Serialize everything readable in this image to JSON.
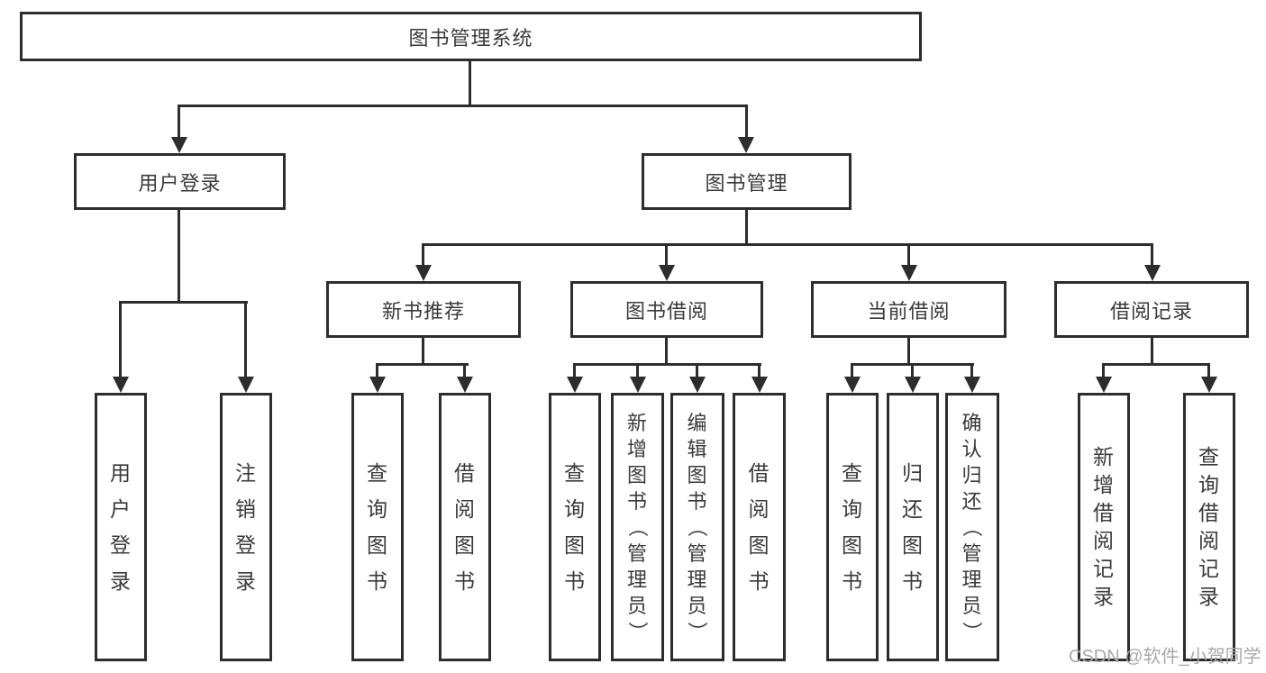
{
  "tree": {
    "root": {
      "label": "图书管理系统"
    },
    "branches": [
      {
        "label": "用户登录",
        "leaves": [
          {
            "label": "用户登录"
          },
          {
            "label": "注销登录"
          }
        ]
      },
      {
        "label": "图书管理",
        "groups": [
          {
            "label": "新书推荐",
            "leaves": [
              {
                "label": "查询图书"
              },
              {
                "label": "借阅图书"
              }
            ]
          },
          {
            "label": "图书借阅",
            "leaves": [
              {
                "label": "查询图书"
              },
              {
                "label": "新增图书（管理员）"
              },
              {
                "label": "编辑图书（管理员）"
              },
              {
                "label": "借阅图书"
              }
            ]
          },
          {
            "label": "当前借阅",
            "leaves": [
              {
                "label": "查询图书"
              },
              {
                "label": "归还图书"
              },
              {
                "label": "确认归还（管理员）"
              }
            ]
          },
          {
            "label": "借阅记录",
            "leaves": [
              {
                "label": "新增借阅记录"
              },
              {
                "label": "查询借阅记录"
              }
            ]
          }
        ]
      }
    ]
  },
  "watermark": {
    "text": "CSDN @软件_小贺同学"
  },
  "colors": {
    "line": "#2d2d2d",
    "box_border": "#2d2d2d",
    "text": "#3a3a3a",
    "watermark_text": "#a9a9a9",
    "background": "#ffffff"
  }
}
